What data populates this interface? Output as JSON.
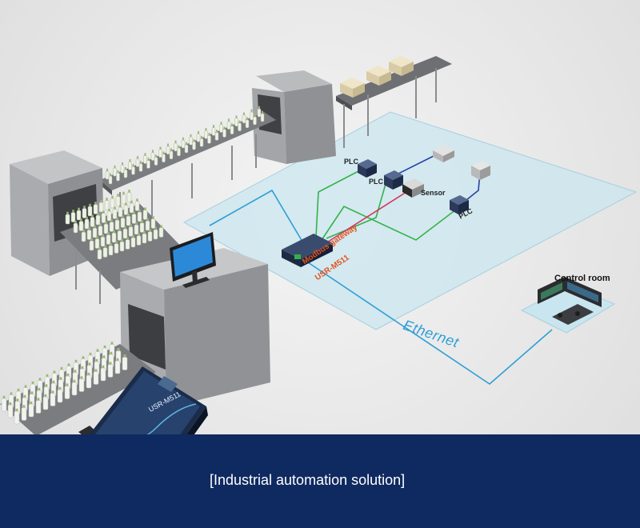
{
  "labels": {
    "plc1": "PLC",
    "plc2": "PLC",
    "sensor": "Sensor",
    "plc3": "PLC",
    "gateway": "Modbus gateway",
    "gateway_model": "USR-M511",
    "ethernet": "Ethernet",
    "control_room": "Control room",
    "device_model": "USR-M511"
  },
  "banner": {
    "caption": "[Industrial automation solution]",
    "color": "#0f2a60"
  },
  "colors": {
    "ethernet_line": "#2e9fd6",
    "green_link": "#34b24a",
    "red_link": "#d6345c",
    "blue_link": "#2742a6",
    "label_orange": "#e2541e",
    "floor": "#c9e5ef"
  },
  "icons": {
    "computer": "monitor-icon",
    "gateway": "modbus-gateway-icon",
    "control_room": "control-room-icon",
    "device": "usr-m511-device-icon"
  }
}
